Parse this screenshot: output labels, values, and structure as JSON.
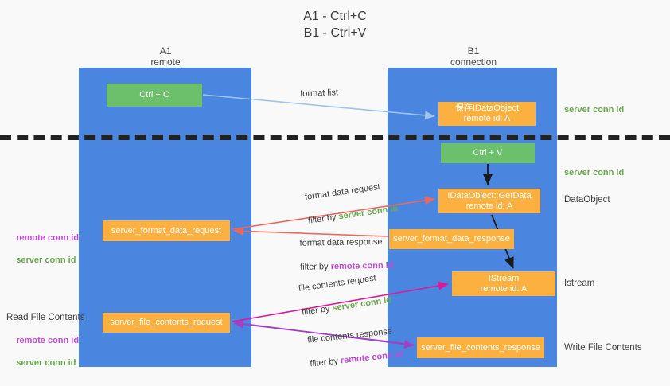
{
  "title": "A1 - Ctrl+C\nB1 - Ctrl+V",
  "colors": {
    "lane": "#4a86df",
    "green_box": "#6cc06c",
    "orange_box": "#fbb040",
    "server_conn": "#6aa84f",
    "remote_conn": "#c24bd6",
    "background": "#f9f9f9",
    "dashed_line": "#222222",
    "arrow_light_blue": "#9dc3ec",
    "arrow_red": "#e8685e",
    "arrow_black": "#1a1a1a",
    "arrow_magenta": "#e0169b",
    "arrow_purple": "#a340c8"
  },
  "lanes": [
    {
      "name": "A1",
      "subtitle": "remote"
    },
    {
      "name": "B1",
      "subtitle": "connection"
    }
  ],
  "boxes": {
    "ctrl_c": "Ctrl + C",
    "save_idataobject": "保存IDataObject\nremote id: A",
    "ctrl_v": "Ctrl + V",
    "idataobject_getdata": "IDataObject::GetData\nremote id: A",
    "server_format_data_request": "server_format_data_request",
    "server_format_data_response": "server_format_data_response",
    "istream": "IStream\nremote id: A",
    "server_file_contents_request": "server_file_contents_request",
    "server_file_contents_response": "server_file_contents_response"
  },
  "right_labels": {
    "server_conn_id_top": "server conn id",
    "server_conn_id_mid": "server conn id",
    "dataobject": "DataObject",
    "istream": "Istream",
    "write_file_contents": "Write File Contents"
  },
  "left_labels": {
    "remote_conn_id_1": "remote conn id",
    "server_conn_id_1": "server conn id",
    "read_file_contents": "Read File Contents",
    "remote_conn_id_2": "remote conn id",
    "server_conn_id_2": "server conn id"
  },
  "annotations": {
    "format_list": "format list",
    "format_data_request": "format data request",
    "format_data_request_filter_prefix": "filter by ",
    "format_data_request_filter_value": "server conn id",
    "format_data_response": "format data response",
    "format_data_response_filter_prefix": "filter by ",
    "format_data_response_filter_value": "remote conn id",
    "file_contents_request": "file contents request",
    "file_contents_request_filter_prefix": "filter by ",
    "file_contents_request_filter_value": "server conn id",
    "file_contents_response": "file contents response",
    "file_contents_response_filter_prefix": "filter by ",
    "file_contents_response_filter_value": "remote conn id"
  }
}
